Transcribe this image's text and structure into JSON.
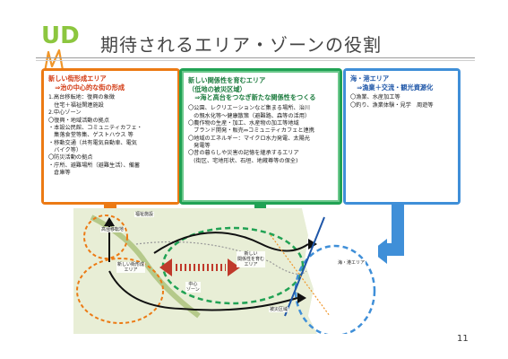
{
  "slide": {
    "title": "期待されるエリア・ゾーンの役割",
    "page_number": "11"
  },
  "logo": {
    "text": "UD"
  },
  "panels": {
    "town": {
      "heading_lines": [
        "新しい街形成エリア",
        "　⇒治の中心的な街の形成"
      ],
      "body_lines": [
        "1.高台移転地：復興の象徴",
        "　住宅＋福祉関連施設",
        "2.中心ゾーン",
        "〇復興・地域活動の拠点",
        "・本設公民館、コミュニティカフェ・",
        "　集落食堂等集、ゲストハウス 等",
        "・移動交通（共有電気自動車、電気",
        "　バイク等）",
        "〇防災活動の拠点",
        "・庁所、避難場所（避難生活）、備蓄",
        "　倉庫等"
      ]
    },
    "relation": {
      "heading_lines": [
        "新しい関係性を育むエリア",
        "（低地の被災区域）",
        "　⇒海と高台をつなぎ新たな関係性をつくる"
      ],
      "body_lines": [
        "〇公園、レクリエーションなど集まる場所、治川",
        "　の親水化等〜健康散策（避難路、森等の活用）",
        "〇農作物の生産・加工、水産物の加工等地域",
        "　ブランド開発・販売⇔コミュニティカフェと連携",
        "〇地域のエネルギー：マイクロ水力発電、太陽光",
        "　発電等",
        "〇昔の暮らしや災害の記憶を継承するエリア",
        "　(街区、宅地形状、石垣、地蔵尊等の保全)"
      ]
    },
    "port": {
      "heading_lines": [
        "海・港エリア",
        "　⇒漁業＋交流・観光資源化"
      ],
      "body_lines": [
        "〇漁業、水産加工等",
        "〇釣り、漁業体験・見学　周遊等"
      ]
    }
  },
  "map": {
    "labels": {
      "welfare": "福祉施設",
      "relocation": "高台移転地",
      "new_town": "新しい街形成\nエリア",
      "relation": "新しい\n関係性を育む\nエリア",
      "port": "海・港エリア",
      "center": "中心\nゾーン",
      "disaster": "被災区域"
    }
  },
  "colors": {
    "orange": "#ec7a14",
    "green": "#21a254",
    "blue": "#3f8fd8",
    "red_text": "#d2360e",
    "logo_green": "#8cc63f",
    "logo_orange": "#f0962a"
  }
}
